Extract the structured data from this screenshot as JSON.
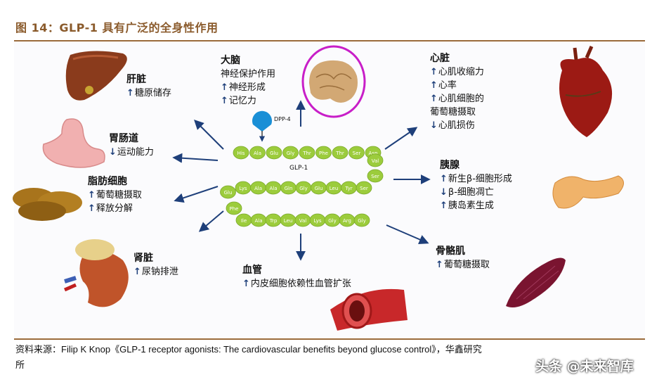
{
  "title": "图 14：GLP-1 具有广泛的全身性作用",
  "organs": {
    "liver": {
      "name": "肝脏",
      "effects": [
        {
          "dir": "up",
          "text": "糖原储存"
        }
      ]
    },
    "gi": {
      "name": "胃肠道",
      "effects": [
        {
          "dir": "down",
          "text": "运动能力"
        }
      ]
    },
    "adipose": {
      "name": "脂肪细胞",
      "effects": [
        {
          "dir": "up",
          "text": "葡萄糖摄取"
        },
        {
          "dir": "up",
          "text": "释放分解"
        }
      ]
    },
    "kidney": {
      "name": "肾脏",
      "effects": [
        {
          "dir": "up",
          "text": "尿钠排泄"
        }
      ]
    },
    "brain": {
      "name": "大脑",
      "effects": [
        {
          "dir": "none",
          "text": "神经保护作用"
        },
        {
          "dir": "up",
          "text": "神经形成"
        },
        {
          "dir": "up",
          "text": "记忆力"
        }
      ]
    },
    "vessel": {
      "name": "血管",
      "effects": [
        {
          "dir": "up",
          "text": "内皮细胞依赖性血管扩张"
        }
      ]
    },
    "heart": {
      "name": "心脏",
      "effects": [
        {
          "dir": "up",
          "text": "心肌收缩力"
        },
        {
          "dir": "up",
          "text": "心率"
        },
        {
          "dir": "up",
          "text": "心肌细胞的"
        },
        {
          "dir": "none",
          "text": "葡萄糖摄取"
        },
        {
          "dir": "down",
          "text": "心肌损伤"
        }
      ]
    },
    "pancreas": {
      "name": "胰腺",
      "effects": [
        {
          "dir": "up",
          "text": "新生β-细胞形成"
        },
        {
          "dir": "down",
          "text": "β-细胞凋亡"
        },
        {
          "dir": "up",
          "text": "胰岛素生成"
        }
      ]
    },
    "muscle": {
      "name": "骨骼肌",
      "effects": [
        {
          "dir": "up",
          "text": "葡萄糖摄取"
        }
      ]
    }
  },
  "peptide": {
    "label": "GLP-1",
    "enzyme": "DPP-4",
    "row1": [
      "His",
      "Ala",
      "Glu",
      "Gly",
      "Thr",
      "Phe",
      "Thr",
      "Ser",
      "Asp"
    ],
    "turn1": [
      "Val",
      "Ser"
    ],
    "row2": [
      "Glu",
      "Lys",
      "Ala",
      "Ala",
      "Gln",
      "Gly",
      "Glu",
      "Leu",
      "Tyr",
      "Ser"
    ],
    "turn2": [
      "Phe"
    ],
    "row3": [
      "Ile",
      "Ala",
      "Trp",
      "Leu",
      "Val",
      "Lys",
      "Gly",
      "Arg",
      "Gly"
    ]
  },
  "source": "资料来源：Filip K Knop《GLP-1 receptor agonists: The cardiovascular benefits beyond glucose control》，华鑫研究",
  "source_end": "所",
  "watermark": "头条 @未来智库",
  "colors": {
    "title": "#8a5a2b",
    "arrow": "#1e3f7a",
    "bead": "#9ccc3c",
    "brain_ring": "#c81ec8",
    "dpp4": "#1a8fd6"
  }
}
